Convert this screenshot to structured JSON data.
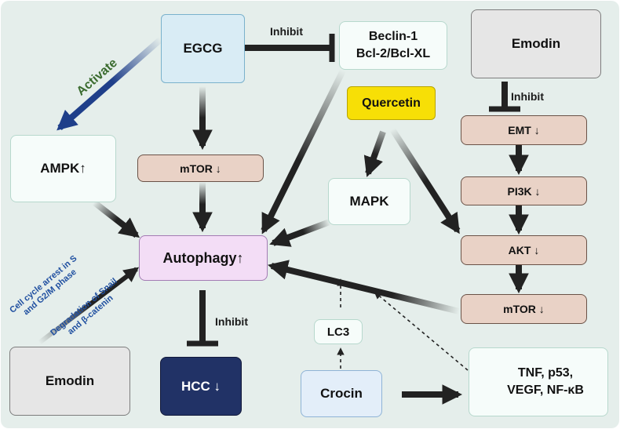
{
  "nodes": {
    "egcg": "EGCG",
    "beclin1": "Beclin-1",
    "bcl2": "Bcl-2/Bcl-XL",
    "emodin_top": "Emodin",
    "quercetin": "Quercetin",
    "emt": "EMT ↓",
    "pi3k": "PI3K ↓",
    "akt": "AKT ↓",
    "mtor_right": "mTOR ↓",
    "ampk": "AMPK↑",
    "mtor_mid": "mTOR ↓",
    "mapk": "MAPK",
    "autophagy": "Autophagy↑",
    "hcc": "HCC ↓",
    "emodin_bottom": "Emodin",
    "lc3": "LC3",
    "crocin": "Crocin",
    "tnf_line1": "TNF, p53,",
    "tnf_line2": "VEGF, NF-κB"
  },
  "labels": {
    "inhibit_egcg": "Inhibit",
    "inhibit_emodin": "Inhibit",
    "inhibit_hcc": "Inhibit",
    "activate": "Activate",
    "cell_cycle_line1": "Cell cycle arrest in S",
    "cell_cycle_line2": "and G2/M phase",
    "degradation_line1": "Degradation of Snail",
    "degradation_line2": "and β-catenin"
  },
  "colors": {
    "background": "#e5eeeb",
    "arrow": "#222222",
    "activate_arrow": "#1f3f8a",
    "activate_text": "#3a6b2e",
    "annotation_text": "#1f4fa0",
    "hcc_fill": "#213266",
    "quercetin_fill": "#f7df06",
    "autophagy_fill": "#f3ddf6"
  }
}
